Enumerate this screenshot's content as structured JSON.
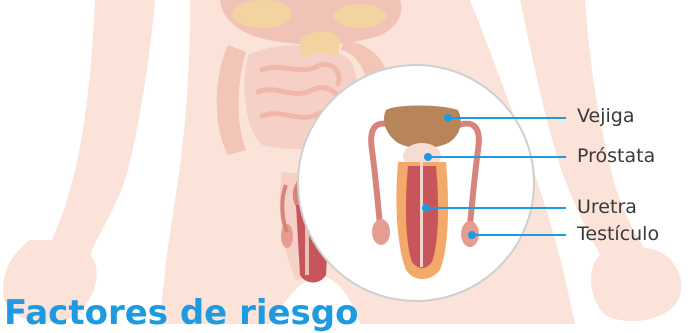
{
  "diagram": {
    "labels": {
      "vejiga": "Vejiga",
      "prostata": "Próstata",
      "uretra": "Uretra",
      "testiculo": "Testículo"
    },
    "partial_heading": "Factores de riesgo"
  },
  "colors": {
    "skin": "#fbe3d9",
    "skin_shade": "#f6d2c5",
    "organ_red": "#c8555c",
    "organ_pink": "#e89a92",
    "bladder": "#b8845a",
    "prostate": "#f7dcd6",
    "urethra_orange": "#f2a96a",
    "callout_line": "#1e9be0",
    "label_text": "#3a3a3a",
    "heading": "#1e9be0"
  }
}
